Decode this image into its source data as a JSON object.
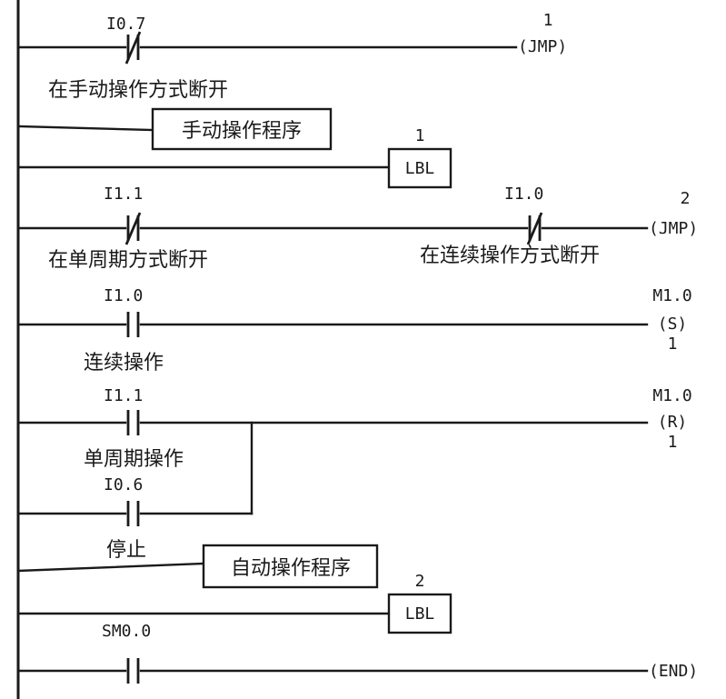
{
  "rungs": [
    {
      "contacts": [
        {
          "address": "I0.7",
          "type": "normally-closed",
          "comment": "在手动操作方式断开"
        }
      ],
      "output": {
        "kind": "coil",
        "instruction": "(JMP)",
        "top": "1",
        "bottom": ""
      }
    },
    {
      "contacts": [],
      "output": {
        "kind": "subroutine",
        "label": "手动操作程序"
      }
    },
    {
      "contacts": [],
      "output": {
        "kind": "box",
        "instruction": "LBL",
        "top": "1"
      }
    },
    {
      "contacts": [
        {
          "address": "I1.1",
          "type": "normally-closed",
          "comment": "在单周期方式断开"
        },
        {
          "address": "I1.0",
          "type": "normally-closed",
          "comment": "在连续操作方式断开"
        }
      ],
      "output": {
        "kind": "coil",
        "instruction": "(JMP)",
        "top": "2",
        "bottom": ""
      }
    },
    {
      "contacts": [
        {
          "address": "I1.0",
          "type": "normally-open",
          "comment": "连续操作"
        }
      ],
      "output": {
        "kind": "coil",
        "instruction": "(S)",
        "top": "M1.0",
        "bottom": "1"
      }
    },
    {
      "contacts": [
        {
          "address": "I1.1",
          "type": "normally-open",
          "comment": "单周期操作"
        },
        {
          "address": "I0.6",
          "type": "normally-open",
          "comment": "停止",
          "parallel": true
        }
      ],
      "output": {
        "kind": "coil",
        "instruction": "(R)",
        "top": "M1.0",
        "bottom": "1"
      }
    },
    {
      "contacts": [],
      "output": {
        "kind": "subroutine",
        "label": "自动操作程序"
      }
    },
    {
      "contacts": [],
      "output": {
        "kind": "box",
        "instruction": "LBL",
        "top": "2"
      }
    },
    {
      "contacts": [
        {
          "address": "SM0.0",
          "type": "normally-open",
          "comment": ""
        }
      ],
      "output": {
        "kind": "coil",
        "instruction": "(END)",
        "top": "",
        "bottom": ""
      }
    }
  ]
}
